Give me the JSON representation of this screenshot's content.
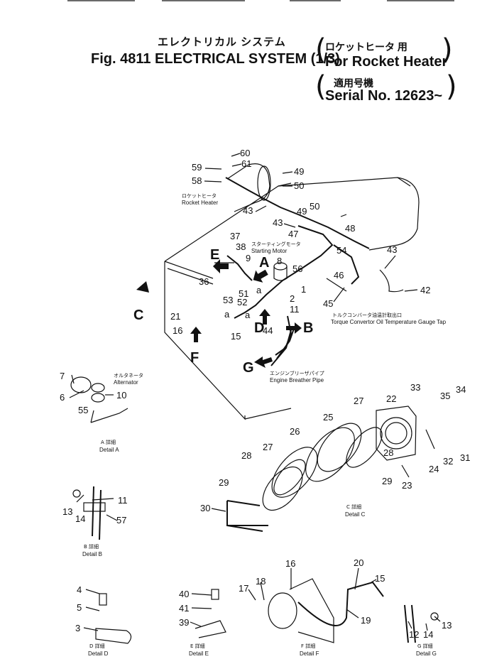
{
  "title": {
    "jp": "エレクトリカル システム",
    "main": "Fig. 4811 ELECTRICAL SYSTEM (1/3)",
    "variant_jp": "ロケットヒータ 用",
    "variant_en": "For Rocket Heater",
    "serial_jp": "適用号機",
    "serial_en": "Serial No. 12623~"
  },
  "parts": [
    {
      "id": "p60",
      "n": "60"
    },
    {
      "id": "p61",
      "n": "61"
    },
    {
      "id": "p59",
      "n": "59"
    },
    {
      "id": "p58",
      "n": "58"
    },
    {
      "id": "p49a",
      "n": "49"
    },
    {
      "id": "p50a",
      "n": "50"
    },
    {
      "id": "p43a",
      "n": "43"
    },
    {
      "id": "p43b",
      "n": "43"
    },
    {
      "id": "p49b",
      "n": "49"
    },
    {
      "id": "p50b",
      "n": "50"
    },
    {
      "id": "p48",
      "n": "48"
    },
    {
      "id": "p47",
      "n": "47"
    },
    {
      "id": "p54",
      "n": "54"
    },
    {
      "id": "p43c",
      "n": "43"
    },
    {
      "id": "p56",
      "n": "56"
    },
    {
      "id": "p46",
      "n": "46"
    },
    {
      "id": "p45",
      "n": "45"
    },
    {
      "id": "p42",
      "n": "42"
    },
    {
      "id": "p37",
      "n": "37"
    },
    {
      "id": "p38",
      "n": "38"
    },
    {
      "id": "p9",
      "n": "9"
    },
    {
      "id": "p8",
      "n": "8"
    },
    {
      "id": "p36",
      "n": "36"
    },
    {
      "id": "p51",
      "n": "51"
    },
    {
      "id": "p53",
      "n": "53"
    },
    {
      "id": "p52",
      "n": "52"
    },
    {
      "id": "p1",
      "n": "1"
    },
    {
      "id": "p2",
      "n": "2"
    },
    {
      "id": "p11",
      "n": "11"
    },
    {
      "id": "p44",
      "n": "44"
    },
    {
      "id": "p21",
      "n": "21"
    },
    {
      "id": "p16a",
      "n": "16"
    },
    {
      "id": "p15a",
      "n": "15"
    },
    {
      "id": "p7",
      "n": "7"
    },
    {
      "id": "p6",
      "n": "6"
    },
    {
      "id": "p10",
      "n": "10"
    },
    {
      "id": "p55",
      "n": "55"
    },
    {
      "id": "p22",
      "n": "22"
    },
    {
      "id": "p33",
      "n": "33"
    },
    {
      "id": "p35",
      "n": "35"
    },
    {
      "id": "p34",
      "n": "34"
    },
    {
      "id": "p27a",
      "n": "27"
    },
    {
      "id": "p25",
      "n": "25"
    },
    {
      "id": "p26",
      "n": "26"
    },
    {
      "id": "p27b",
      "n": "27"
    },
    {
      "id": "p28a",
      "n": "28"
    },
    {
      "id": "p28b",
      "n": "28"
    },
    {
      "id": "p31",
      "n": "31"
    },
    {
      "id": "p32",
      "n": "32"
    },
    {
      "id": "p24",
      "n": "24"
    },
    {
      "id": "p23",
      "n": "23"
    },
    {
      "id": "p29a",
      "n": "29"
    },
    {
      "id": "p29b",
      "n": "29"
    },
    {
      "id": "p30",
      "n": "30"
    },
    {
      "id": "p13a",
      "n": "13"
    },
    {
      "id": "p14a",
      "n": "14"
    },
    {
      "id": "p11b",
      "n": "11"
    },
    {
      "id": "p57",
      "n": "57"
    },
    {
      "id": "p4",
      "n": "4"
    },
    {
      "id": "p5",
      "n": "5"
    },
    {
      "id": "p3",
      "n": "3"
    },
    {
      "id": "p40",
      "n": "40"
    },
    {
      "id": "p41",
      "n": "41"
    },
    {
      "id": "p39",
      "n": "39"
    },
    {
      "id": "p16b",
      "n": "16"
    },
    {
      "id": "p17",
      "n": "17"
    },
    {
      "id": "p18",
      "n": "18"
    },
    {
      "id": "p20",
      "n": "20"
    },
    {
      "id": "p15b",
      "n": "15"
    },
    {
      "id": "p19",
      "n": "19"
    },
    {
      "id": "p12",
      "n": "12"
    },
    {
      "id": "p14b",
      "n": "14"
    },
    {
      "id": "p13b",
      "n": "13"
    }
  ],
  "view_letters": {
    "A": "A",
    "B": "B",
    "C": "C",
    "D": "D",
    "E": "E",
    "F": "F",
    "G": "G",
    "a1": "a",
    "a2": "a",
    "a3": "a"
  },
  "callouts": {
    "rocket_heater_jp": "ロケットヒータ",
    "rocket_heater_en": "Rocket Heater",
    "starting_motor_jp": "スターティングモータ",
    "starting_motor_en": "Starting Motor",
    "alternator_jp": "オルタネータ",
    "alternator_en": "Alternator",
    "torque_jp": "トルクコンバータ油温計取出口",
    "torque_en": "Torque Convertor Oil Temperature Gauge Tap",
    "breather_jp": "エンジンブリーザパイプ",
    "breather_en": "Engine Breather Pipe"
  },
  "details": {
    "a_jp": "A 詳細",
    "a_en": "Detail A",
    "b_jp": "B 詳細",
    "b_en": "Detail B",
    "c_jp": "C 詳細",
    "c_en": "Detail C",
    "d_jp": "D 詳細",
    "d_en": "Detail D",
    "e_jp": "E 詳細",
    "e_en": "Detail E",
    "f_jp": "F 詳細",
    "f_en": "Detail F",
    "g_jp": "G 詳細",
    "g_en": "Detail G"
  }
}
